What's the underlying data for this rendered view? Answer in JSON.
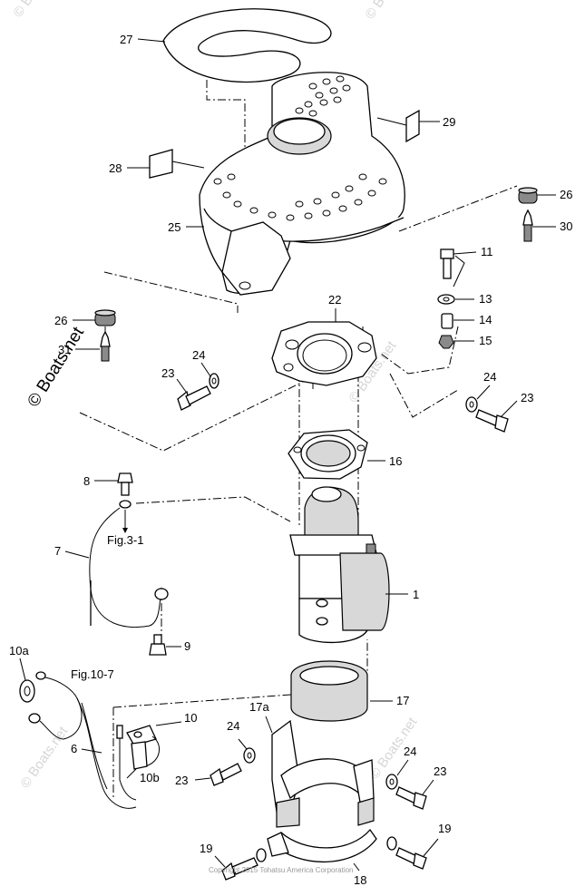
{
  "callouts": [
    {
      "id": "c27",
      "text": "27"
    },
    {
      "id": "c28",
      "text": "28"
    },
    {
      "id": "c29",
      "text": "29"
    },
    {
      "id": "c25",
      "text": "25"
    },
    {
      "id": "c26a",
      "text": "26"
    },
    {
      "id": "c30",
      "text": "30"
    },
    {
      "id": "c11",
      "text": "11"
    },
    {
      "id": "c13",
      "text": "13"
    },
    {
      "id": "c14",
      "text": "14"
    },
    {
      "id": "c15",
      "text": "15"
    },
    {
      "id": "c22",
      "text": "22"
    },
    {
      "id": "c26b",
      "text": "26"
    },
    {
      "id": "c31",
      "text": "31"
    },
    {
      "id": "c24a",
      "text": "24"
    },
    {
      "id": "c23a",
      "text": "23"
    },
    {
      "id": "c24b",
      "text": "24"
    },
    {
      "id": "c23b",
      "text": "23"
    },
    {
      "id": "c16",
      "text": "16"
    },
    {
      "id": "c8",
      "text": "8"
    },
    {
      "id": "c7",
      "text": "7"
    },
    {
      "id": "c1",
      "text": "1"
    },
    {
      "id": "c9",
      "text": "9"
    },
    {
      "id": "c10a",
      "text": "10a"
    },
    {
      "id": "c17",
      "text": "17"
    },
    {
      "id": "c17a",
      "text": "17a"
    },
    {
      "id": "c10",
      "text": "10"
    },
    {
      "id": "c24c",
      "text": "24"
    },
    {
      "id": "c24d",
      "text": "24"
    },
    {
      "id": "c6",
      "text": "6"
    },
    {
      "id": "c10b",
      "text": "10b"
    },
    {
      "id": "c23c",
      "text": "23"
    },
    {
      "id": "c23d",
      "text": "23"
    },
    {
      "id": "c19a",
      "text": "19"
    },
    {
      "id": "c19b",
      "text": "19"
    },
    {
      "id": "c18",
      "text": "18"
    }
  ],
  "references": {
    "fig_3_1": "Fig.3-1",
    "fig_10_7": "Fig.10-7"
  },
  "watermarks": {
    "side": "© Boats.net",
    "faint": "© Boats.net"
  },
  "copyright": "Copyright 2015 Tohatsu America Corporation"
}
